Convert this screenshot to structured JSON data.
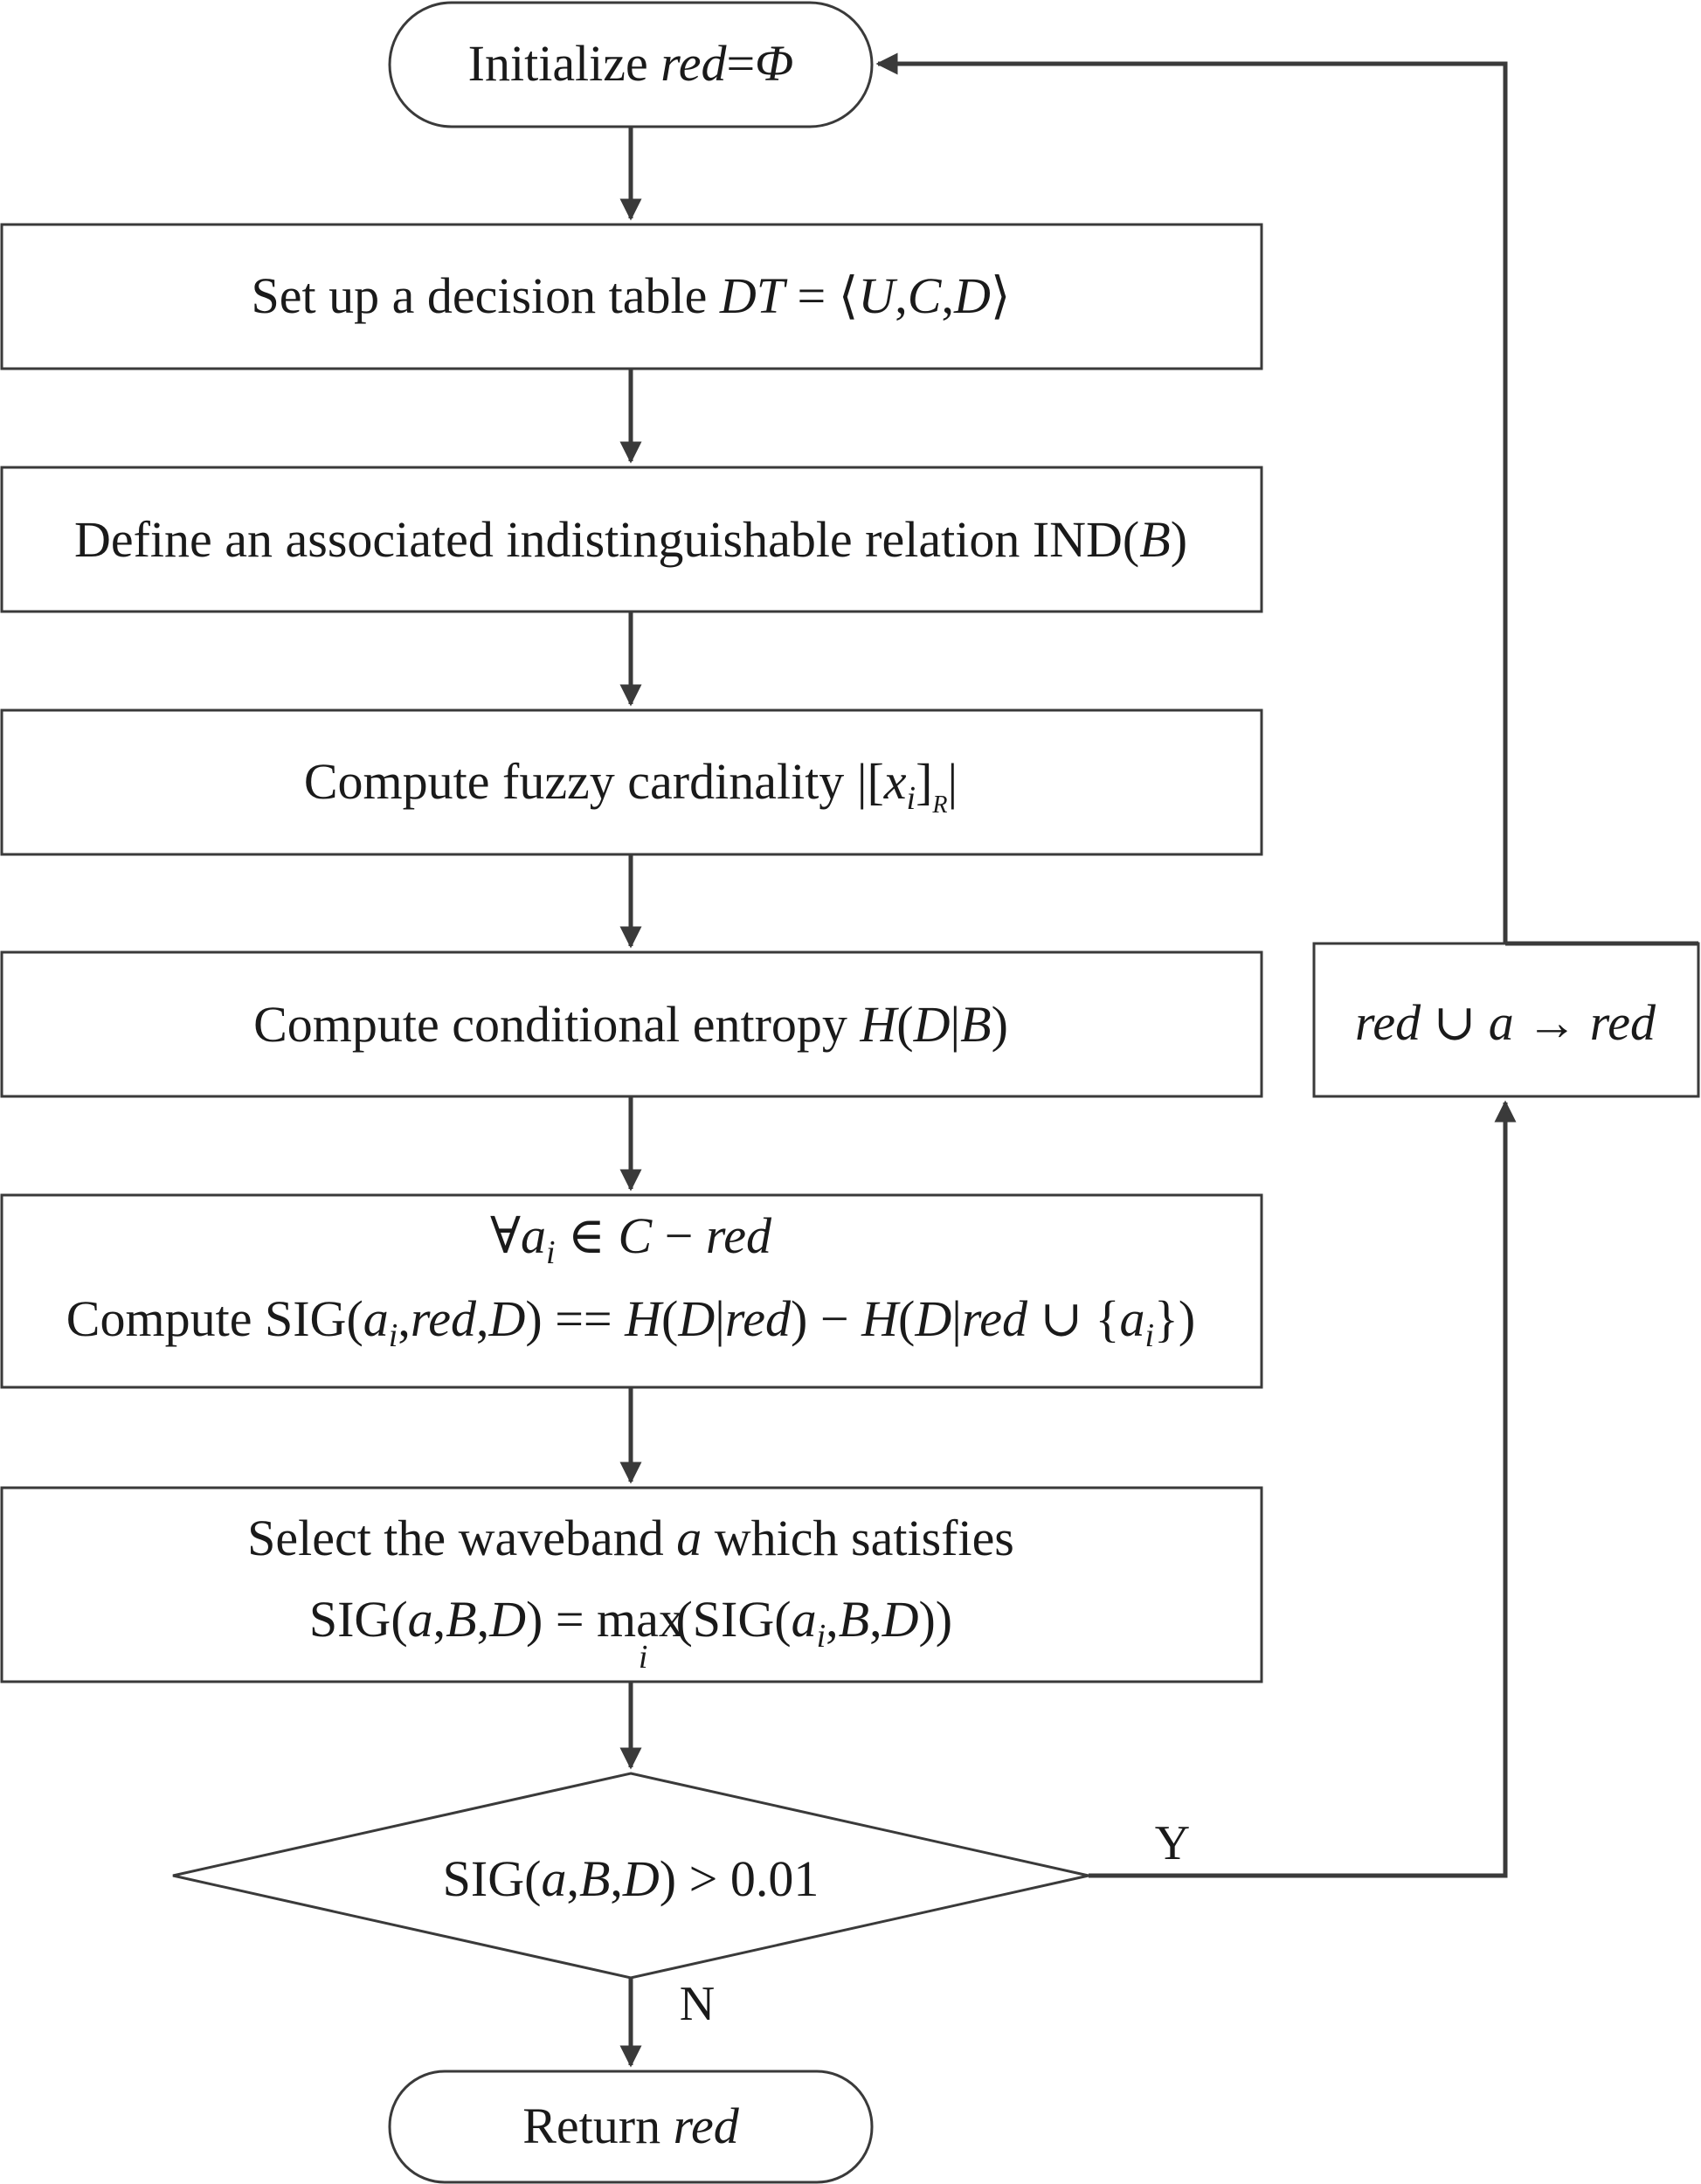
{
  "flowchart": {
    "start": {
      "text": "Initialize",
      "var": "red",
      "eq": "=",
      "phi": "Φ"
    },
    "step1": {
      "text": "Set up a decision table",
      "DT": "DT",
      "eq": "=",
      "U": "U",
      "C": "C",
      "D": "D",
      "comma": ",",
      "langle": "⟨",
      "rangle": "⟩"
    },
    "step2": {
      "text": "Define an associated indistinguishable relation",
      "IND": "IND",
      "B": "B",
      "lp": "(",
      "rp": ")"
    },
    "step3": {
      "text": "Compute fuzzy cardinality",
      "bar": "|",
      "lb": "[",
      "rb": "]",
      "x": "x",
      "i": "i",
      "R": "R"
    },
    "step4": {
      "text": "Compute conditional entropy",
      "H": "H",
      "D": "D",
      "B": "B",
      "lp": "(",
      "rp": ")",
      "bar": "|"
    },
    "step5": {
      "forall": "∀",
      "a": "a",
      "i": "i",
      "in": "∈",
      "C": "C",
      "minus": "−",
      "red": "red",
      "compute": "Compute",
      "SIG": "SIG",
      "comma": ",",
      "D": "D",
      "lp": "(",
      "rp": ")",
      "eqeq": "==",
      "H": "H",
      "bar": "|",
      "cup": "∪",
      "lbrace": "{",
      "rbrace": "}"
    },
    "step6": {
      "line1_a": "Select the waveband",
      "line1_var": "a",
      "line1_b": "which satisfies",
      "SIG": "SIG",
      "a": "a",
      "B": "B",
      "D": "D",
      "comma": ",",
      "eq": "=",
      "max": "max",
      "i": "i",
      "lp": "(",
      "rp": ")"
    },
    "decision": {
      "SIG": "SIG",
      "a": "a",
      "B": "B",
      "D": "D",
      "comma": ",",
      "gt": ">",
      "threshold": "0.01",
      "lp": "(",
      "rp": ")"
    },
    "update": {
      "red": "red",
      "cup": "∪",
      "a": "a",
      "arrow": "→"
    },
    "end": {
      "text": "Return",
      "var": "red"
    },
    "yes_label": "Y",
    "no_label": "N"
  }
}
